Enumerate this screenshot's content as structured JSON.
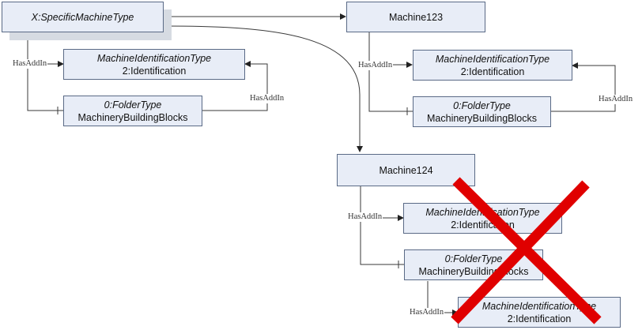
{
  "nodes": {
    "specific_type": "X:SpecificMachineType",
    "m_ident_type_1": "MachineIdentificationType",
    "m_ident_name_1": "2:Identification",
    "folder_type_1": "0:FolderType",
    "folder_name_1": "MachineryBuildingBlocks",
    "machine123": "Machine123",
    "m_ident_type_2": "MachineIdentificationType",
    "m_ident_name_2": "2:Identification",
    "folder_type_2": "0:FolderType",
    "folder_name_2": "MachineryBuildingBlocks",
    "machine124": "Machine124",
    "m_ident_type_3": "MachineIdentificationType",
    "m_ident_name_3": "2:Identification",
    "folder_type_3": "0:FolderType",
    "folder_name_3": "MachineryBuildingBlocks",
    "m_ident_type_4": "MachineIdentificationType",
    "m_ident_name_4": "2:Identification"
  },
  "edge_labels": {
    "hasaddin_1": "HasAddIn",
    "hasaddin_2": "HasAddIn",
    "hasaddin_3": "HasAddIn",
    "hasaddin_4": "HasAddIn",
    "hasaddin_5": "HasAddIn",
    "hasaddin_6": "HasAddIn"
  },
  "colors": {
    "box_fill": "#e8edf7",
    "box_border": "#5a6a86",
    "connector": "#3a3a3a",
    "cross": "#e00000"
  },
  "annotations": {
    "invalid_mark": "red-x-cross"
  }
}
